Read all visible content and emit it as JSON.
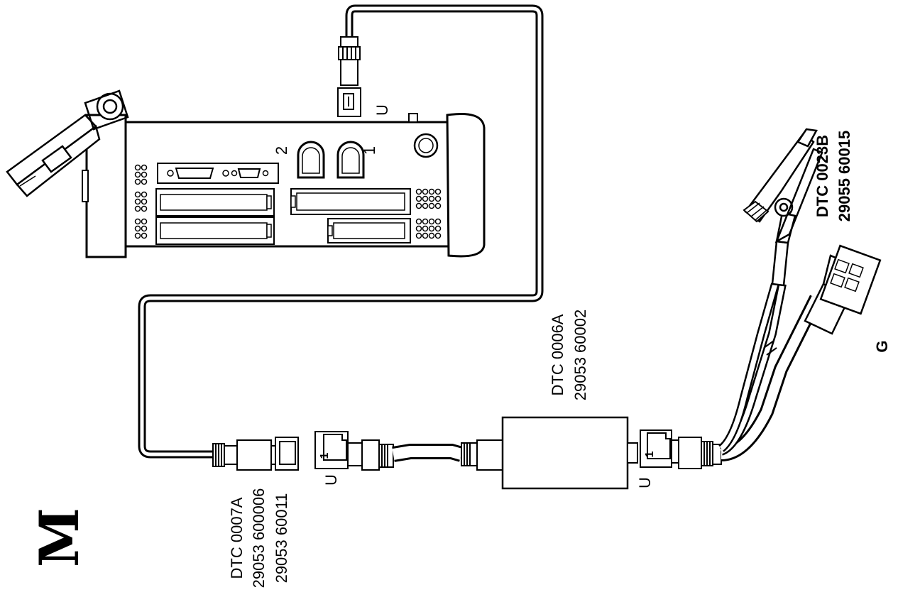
{
  "figure_letter": "M",
  "parts": {
    "adapter_cable": {
      "code": "DTC 0007A",
      "part_no_1": "29053 600006",
      "part_no_2": "29053 60011"
    },
    "interface_box": {
      "code": "DTC 0006A",
      "part_no": "29053 60002"
    },
    "battery_cable": {
      "code": "DTC 0023B",
      "part_no": "29055 60015"
    }
  },
  "connector_labels": {
    "u": "U",
    "g": "G",
    "one": "1"
  },
  "port_labels": {
    "port_1": "1",
    "port_2": "2"
  }
}
